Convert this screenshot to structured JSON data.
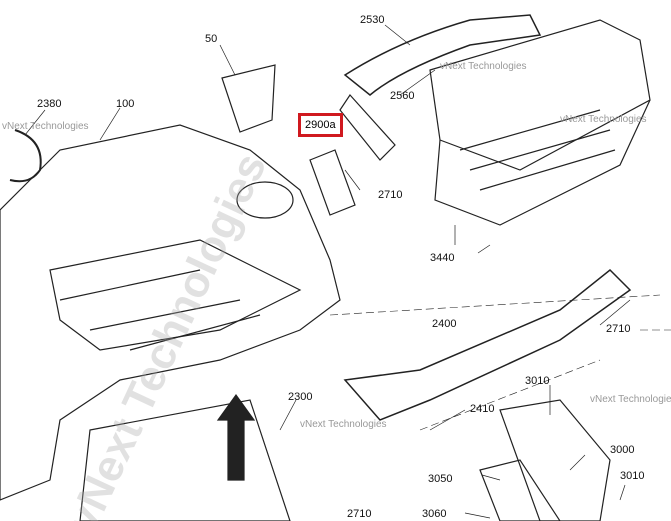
{
  "diagram": {
    "highlight_label": "2900a",
    "highlight_color": "#d0191f",
    "part_labels": [
      "2530",
      "50",
      "2380",
      "100",
      "2560",
      "2710",
      "3440",
      "2400",
      "2710",
      "2300",
      "2410",
      "3010",
      "3000",
      "3050",
      "3060",
      "2710",
      "3010"
    ],
    "watermark": "vNext Technologies",
    "watermark_big": "vNext Technologies"
  }
}
